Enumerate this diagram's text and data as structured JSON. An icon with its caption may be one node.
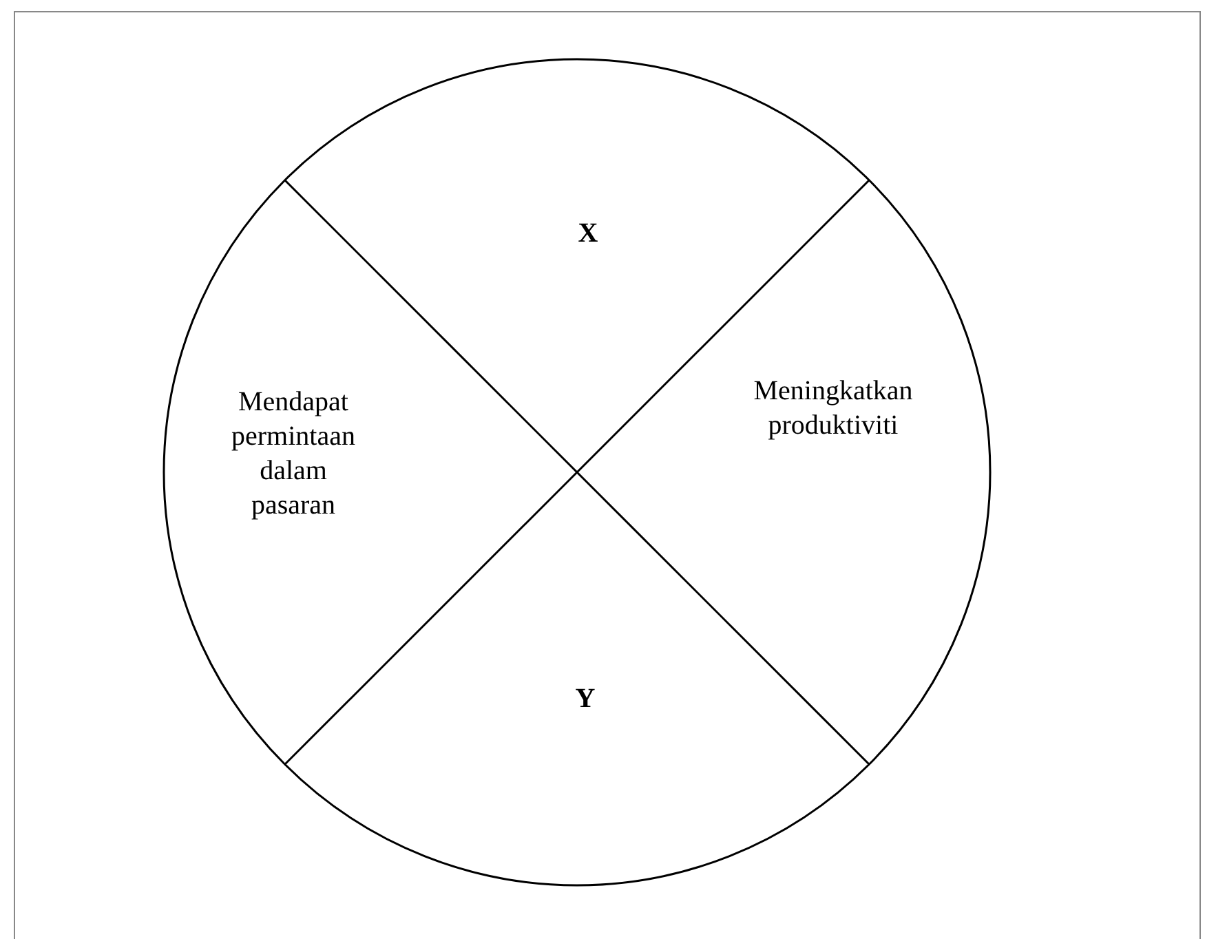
{
  "diagram": {
    "nodes": [
      {
        "text": [],
        "shape": "circle"
      },
      {
        "text": [
          "X"
        ],
        "in": 0
      },
      {
        "text": [
          "Mendapat permintaan dalam pasaran"
        ],
        "in": 0
      },
      {
        "text": [
          "Meningkatkan produktiviti"
        ],
        "in": 0
      },
      {
        "text": [
          "Y"
        ],
        "in": 0
      }
    ]
  }
}
